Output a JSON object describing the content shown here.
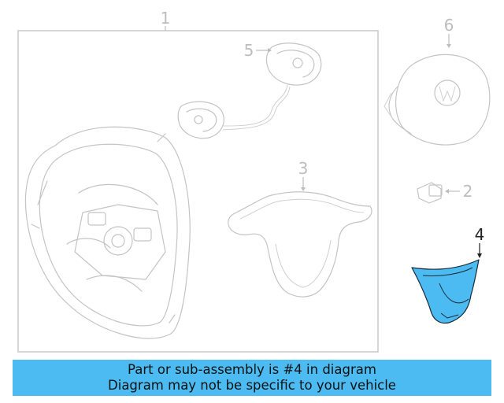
{
  "callouts": {
    "steering_wheel": "1",
    "bolt": "2",
    "trim_bezel": "3",
    "lower_cover": "4",
    "switch_assembly": "5",
    "airbag_module": "6"
  },
  "banner": {
    "line1": "Part or sub-assembly is #4 in diagram",
    "line2": "Diagram may not be specific to your vehicle"
  },
  "colors": {
    "highlight_part": "#4bbbf2",
    "banner_background": "#4bbbf2",
    "line_art": "#c4c4c4"
  }
}
